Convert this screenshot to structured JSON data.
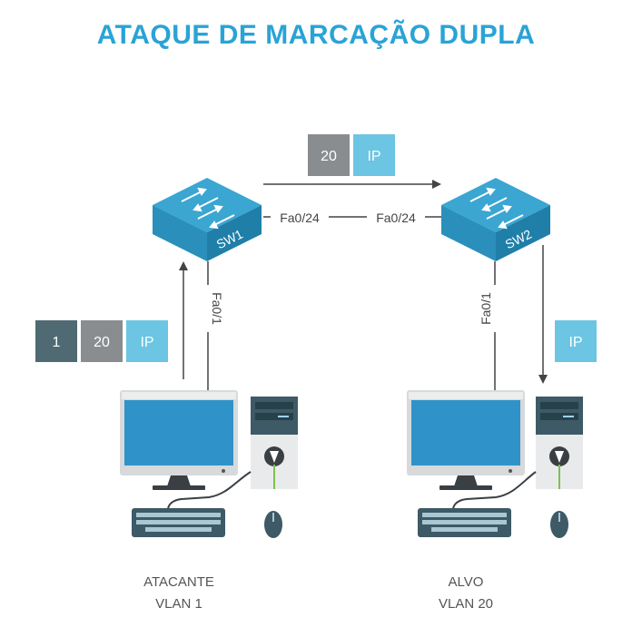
{
  "title": "ATAQUE DE MARCAÇÃO DUPLA",
  "switches": {
    "sw1": "SW1",
    "sw2": "SW2"
  },
  "ports": {
    "sw1_trunk": "Fa0/24",
    "sw2_trunk": "Fa0/24",
    "sw1_access": "Fa0/1",
    "sw2_access": "Fa0/1"
  },
  "frames": {
    "attacker": [
      "1",
      "20",
      "IP"
    ],
    "trunk": [
      "20",
      "IP"
    ],
    "target": [
      "IP"
    ]
  },
  "hosts": {
    "attacker": {
      "name": "ATACANTE",
      "vlan": "VLAN 1"
    },
    "target": {
      "name": "ALVO",
      "vlan": "VLAN 20"
    }
  },
  "colors": {
    "title": "#2aa3d6",
    "tag_outer": "#4f6a72",
    "tag_inner": "#8a8d8f",
    "ip": "#6cc5e2",
    "switch_top": "#3aa6d1",
    "switch_side": "#1f7fa8",
    "screen": "#2f93c9"
  }
}
